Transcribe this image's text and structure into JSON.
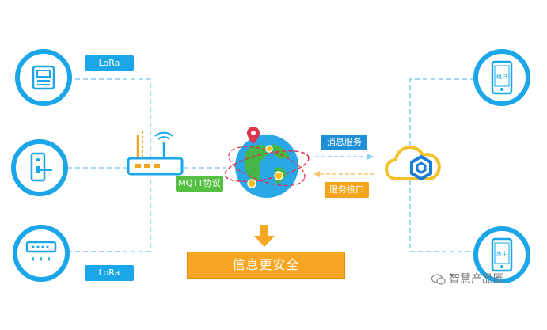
{
  "left_devices": {
    "top_link_label": "LoRa",
    "bottom_link_label": "LoRa",
    "items": [
      {
        "icon": "meter-icon"
      },
      {
        "icon": "smart-lock-icon"
      },
      {
        "icon": "water-sensor-icon"
      }
    ]
  },
  "gateway": {
    "icon": "router-icon"
  },
  "protocol_label": "MQTT协议",
  "cloud_links": {
    "message_service": "消息服务",
    "service_api": "服务接口"
  },
  "right_devices": {
    "top_phone_label": "租户",
    "bottom_phone_label": "房主"
  },
  "banner_text": "信息更安全",
  "watermark": "智慧产品圈",
  "colors": {
    "primary_blue": "#1aa6e8",
    "green": "#56c044",
    "orange": "#f4a51c",
    "dashed_line": "#6cc6f0"
  }
}
